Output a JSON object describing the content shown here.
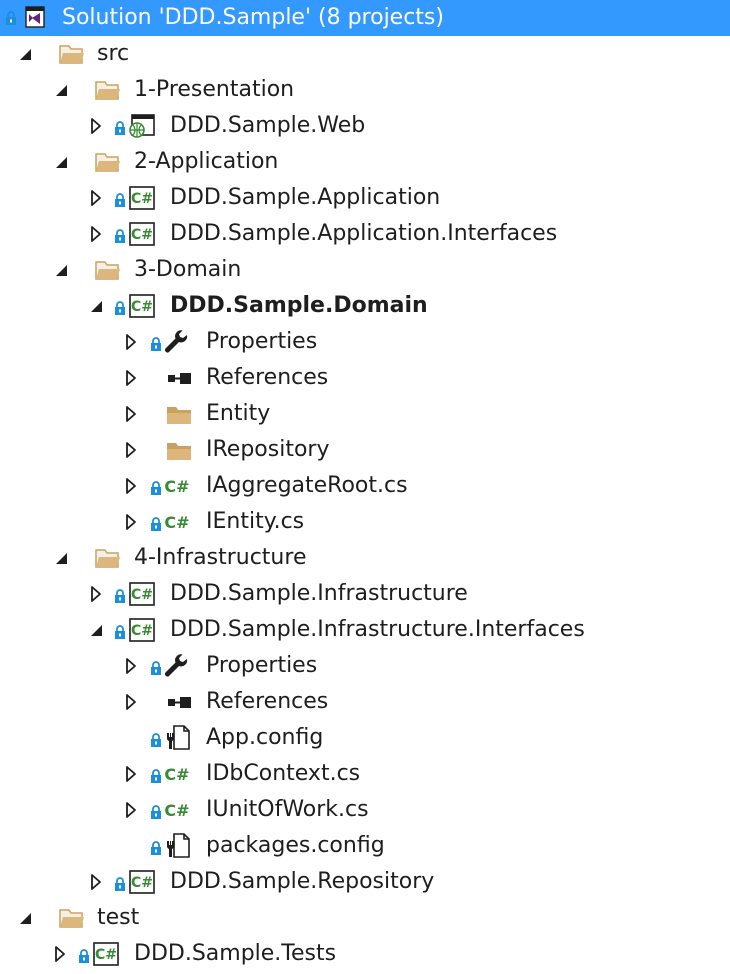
{
  "solution": {
    "title": "Solution 'DDD.Sample' (8 projects)",
    "header_color": "#3399ff"
  },
  "tree": {
    "src": "src",
    "presentation": "1-Presentation",
    "web": "DDD.Sample.Web",
    "application_folder": "2-Application",
    "application": "DDD.Sample.Application",
    "application_interfaces": "DDD.Sample.Application.Interfaces",
    "domain_folder": "3-Domain",
    "domain": "DDD.Sample.Domain",
    "domain_properties": "Properties",
    "domain_references": "References",
    "entity": "Entity",
    "irepository": "IRepository",
    "iaggregateroot": "IAggregateRoot.cs",
    "ientity": "IEntity.cs",
    "infrastructure_folder": "4-Infrastructure",
    "infrastructure": "DDD.Sample.Infrastructure",
    "infrastructure_interfaces": "DDD.Sample.Infrastructure.Interfaces",
    "infra_properties": "Properties",
    "infra_references": "References",
    "app_config": "App.config",
    "idbcontext": "IDbContext.cs",
    "iunitofwork": "IUnitOfWork.cs",
    "packages_config": "packages.config",
    "repository": "DDD.Sample.Repository",
    "test": "test",
    "tests": "DDD.Sample.Tests"
  },
  "colors": {
    "folder": "#dcb67a",
    "csharp": "#388a34",
    "lock": "#1b8fd9",
    "text": "#1e1e1e"
  },
  "icons": {
    "solution": "visual-studio-solution-icon",
    "folder": "folder-icon",
    "csharp_project": "csharp-project-icon",
    "csharp_file": "csharp-file-icon",
    "web_project": "web-project-icon",
    "properties": "wrench-icon",
    "references": "references-icon",
    "config": "config-file-icon",
    "lock": "lock-icon"
  }
}
